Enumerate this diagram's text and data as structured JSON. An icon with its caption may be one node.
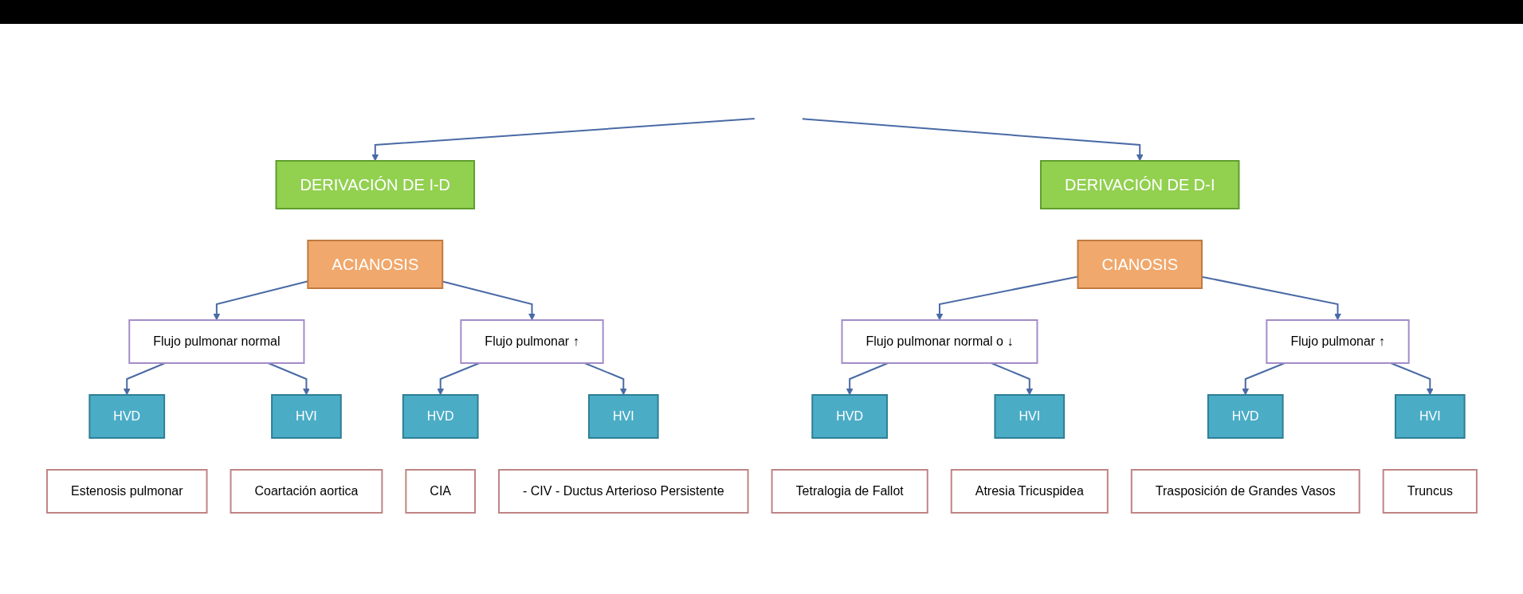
{
  "diagram": {
    "nodes": [
      {
        "text": [
          "DERIVACIÓN DE I-D"
        ]
      },
      {
        "text": [
          "DERIVACIÓN DE D-I"
        ]
      },
      {
        "text": [
          "ACIANOSIS"
        ]
      },
      {
        "text": [
          "CIANOSIS"
        ]
      },
      {
        "text": [
          "Flujo pulmonar normal"
        ]
      },
      {
        "text": [
          "Flujo pulmonar ↑"
        ]
      },
      {
        "text": [
          "Flujo pulmonar normal o ↓"
        ]
      },
      {
        "text": [
          "Flujo pulmonar ↑"
        ]
      },
      {
        "text": [
          "HVD"
        ]
      },
      {
        "text": [
          "HVI"
        ]
      },
      {
        "text": [
          "HVD"
        ]
      },
      {
        "text": [
          "HVI"
        ]
      },
      {
        "text": [
          "HVD"
        ]
      },
      {
        "text": [
          "HVI"
        ]
      },
      {
        "text": [
          "HVD"
        ]
      },
      {
        "text": [
          "HVI"
        ]
      },
      {
        "text": [
          "Estenosis pulmonar"
        ]
      },
      {
        "text": [
          "Coartación aortica"
        ]
      },
      {
        "text": [
          "CIA"
        ]
      },
      {
        "text": [
          "- CIV - Ductus Arterioso Persistente"
        ]
      },
      {
        "text": [
          "Tetralogia de Fallot"
        ]
      },
      {
        "text": [
          "Atresia Tricuspidea"
        ]
      },
      {
        "text": [
          "Trasposición de Grandes Vasos"
        ]
      },
      {
        "text": [
          "Truncus"
        ]
      }
    ],
    "edges": [
      {
        "from": null,
        "to": 0,
        "arrow": "to"
      },
      {
        "from": null,
        "to": 1,
        "arrow": "to"
      },
      {
        "from": 2,
        "to": 4,
        "arrow": "to"
      },
      {
        "from": 2,
        "to": 5,
        "arrow": "to"
      },
      {
        "from": 3,
        "to": 6,
        "arrow": "to"
      },
      {
        "from": 3,
        "to": 7,
        "arrow": "to"
      },
      {
        "from": 4,
        "to": 8,
        "arrow": "to"
      },
      {
        "from": 4,
        "to": 9,
        "arrow": "to"
      },
      {
        "from": 5,
        "to": 10,
        "arrow": "to"
      },
      {
        "from": 5,
        "to": 11,
        "arrow": "to"
      },
      {
        "from": 6,
        "to": 12,
        "arrow": "to"
      },
      {
        "from": 6,
        "to": 13,
        "arrow": "to"
      },
      {
        "from": 7,
        "to": 14,
        "arrow": "to"
      },
      {
        "from": 7,
        "to": 15,
        "arrow": "to"
      }
    ]
  }
}
